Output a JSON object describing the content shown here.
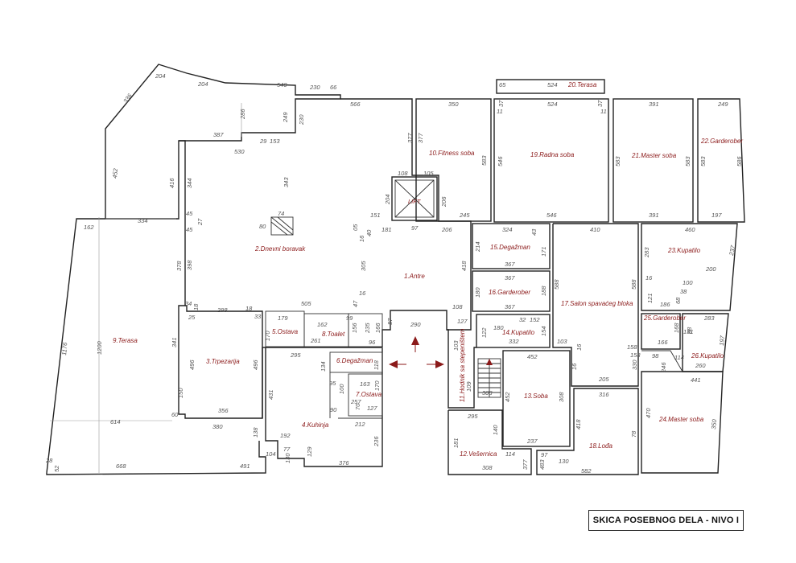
{
  "title": "SKICA POSEBNOG DELA - NIVO I",
  "lift_label": "LIFT",
  "rooms": [
    "1.Antre",
    "2.Dnevni boravak",
    "3.Trpezarija",
    "4.Kuhinja",
    "5.Ostava",
    "6.Degažman",
    "7.Ostava",
    "8.Toalet",
    "9.Terasa",
    "10.Fitness soba",
    "11.Hodnik sa stepeništem",
    "12.Vešernica",
    "13.Soba",
    "14.Kupatilo",
    "15.Degažman",
    "16.Garderober",
    "17.Salon spavaćeg bloka",
    "18.Lođa",
    "19.Radna soba",
    "20.Terasa",
    "21.Master soba",
    "22.Garderober",
    "23.Kupatilo",
    "24.Master soba",
    "25.Garderober",
    "26.Kupatilo"
  ],
  "dims": [
    "204",
    "204",
    "336",
    "540",
    "230",
    "66",
    "566",
    "286",
    "387",
    "153",
    "29",
    "249",
    "230",
    "530",
    "416",
    "452",
    "344",
    "343",
    "162",
    "334",
    "45",
    "27",
    "45",
    "74",
    "80",
    "377",
    "108",
    "105",
    "204",
    "206",
    "151",
    "181",
    "97",
    "206",
    "245",
    "05",
    "40",
    "16",
    "305",
    "16",
    "47",
    "505",
    "418",
    "108",
    "127",
    "290",
    "87",
    "398",
    "378",
    "34",
    "25",
    "18",
    "298",
    "18",
    "33",
    "179",
    "162",
    "99",
    "170",
    "156",
    "235",
    "96",
    "166",
    "261",
    "341",
    "496",
    "496",
    "295",
    "134",
    "118",
    "95",
    "100",
    "163",
    "170",
    "70",
    "127",
    "90",
    "257",
    "212",
    "431",
    "150",
    "356",
    "60",
    "614",
    "380",
    "1200",
    "1176",
    "138",
    "192",
    "77",
    "104",
    "130",
    "129",
    "376",
    "236",
    "28",
    "52",
    "668",
    "491",
    "350",
    "583",
    "377",
    "524",
    "65",
    "37",
    "11",
    "546",
    "524",
    "546",
    "37",
    "11",
    "391",
    "583",
    "583",
    "391",
    "249",
    "583",
    "586",
    "197",
    "324",
    "43",
    "214",
    "171",
    "367",
    "367",
    "180",
    "188",
    "367",
    "410",
    "588",
    "588",
    "460",
    "283",
    "237",
    "200",
    "16",
    "121",
    "100",
    "38",
    "186",
    "68",
    "122",
    "180",
    "32",
    "152",
    "154",
    "332",
    "103",
    "16",
    "158",
    "16",
    "158",
    "330",
    "205",
    "283",
    "197",
    "166",
    "168",
    "88",
    "131",
    "98",
    "114",
    "246",
    "260",
    "441",
    "103",
    "109",
    "308",
    "452",
    "452",
    "308",
    "237",
    "295",
    "181",
    "140",
    "114",
    "377",
    "308",
    "316",
    "418",
    "78",
    "97",
    "130",
    "483",
    "582",
    "470",
    "350"
  ]
}
